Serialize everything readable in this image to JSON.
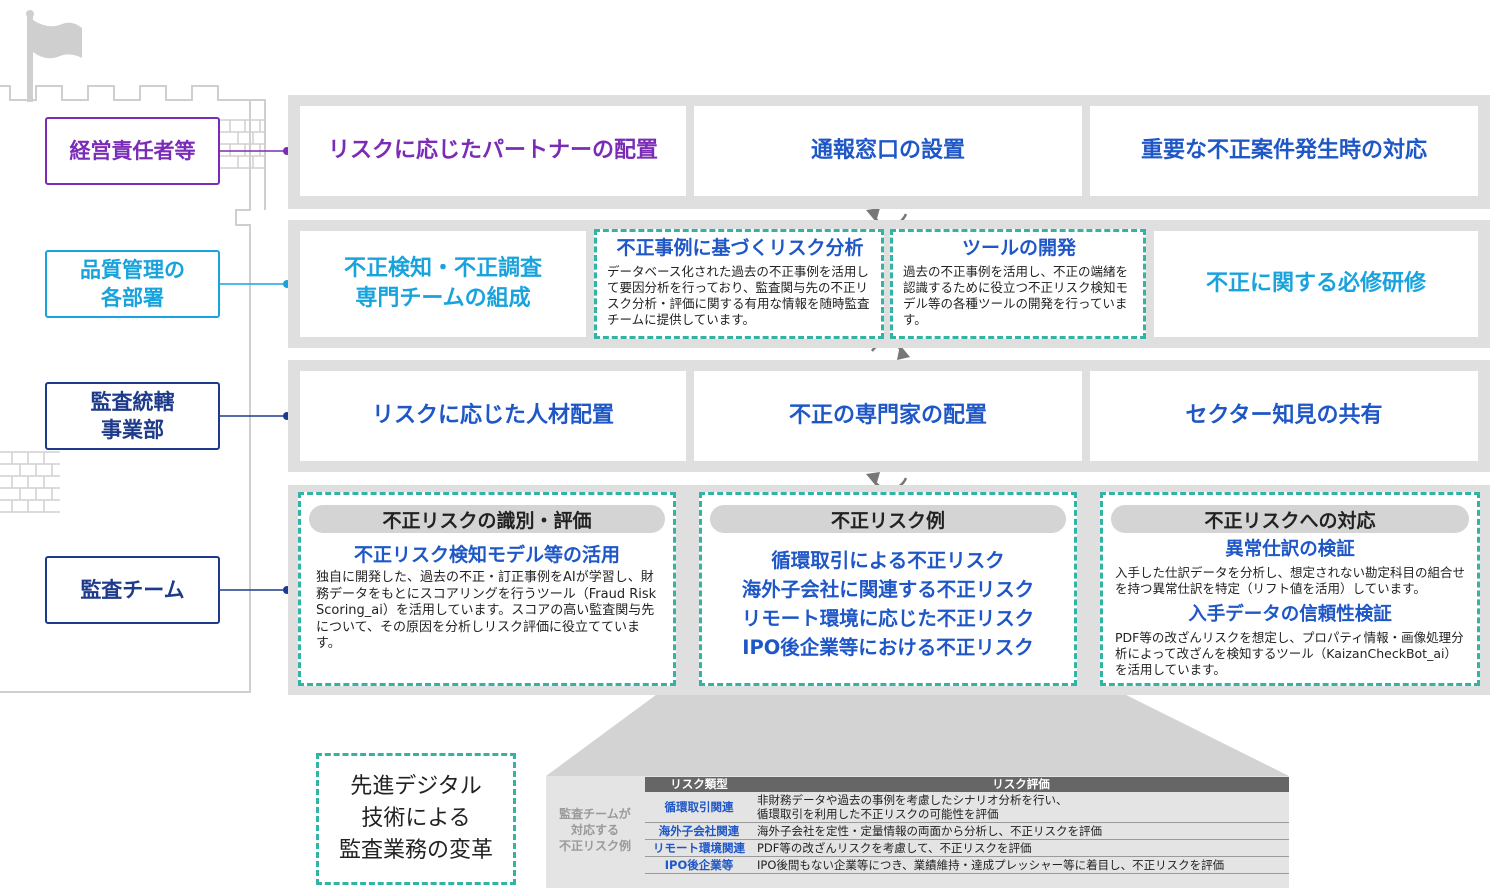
{
  "colors": {
    "purple": "#7b2cb7",
    "blue": "#1f57c7",
    "cyan": "#19a3dd",
    "navy": "#1e3a8a",
    "teal": "#33b3a3",
    "band": "#dfdfdf"
  },
  "roles": [
    {
      "lines": [
        "経営責任者等"
      ]
    },
    {
      "lines": [
        "品質管理の",
        "各部署"
      ]
    },
    {
      "lines": [
        "監査統轄",
        "事業部"
      ]
    },
    {
      "lines": [
        "監査チーム"
      ]
    }
  ],
  "row1": [
    "リスクに応じたパートナーの配置",
    "通報窓口の設置",
    "重要な不正案件発生時の対応"
  ],
  "row2": {
    "cell1_lines": [
      "不正検知・不正調査",
      "専門チームの組成"
    ],
    "analysis": {
      "title": "不正事例に基づくリスク分析",
      "body": "データベース化された過去の不正事例を活用して要因分析を行っており、監査関与先の不正リスク分析・評価に関する有用な情報を随時監査チームに提供しています。"
    },
    "tools": {
      "title": "ツールの開発",
      "body": "過去の不正事例を活用し、不正の端緒を認識するために役立つ不正リスク検知モデル等の各種ツールの開発を行っています。"
    },
    "cell4": "不正に関する必修研修"
  },
  "row3": [
    "リスクに応じた人材配置",
    "不正の専門家の配置",
    "セクター知見の共有"
  ],
  "row4": {
    "identify": {
      "pill": "不正リスクの識別・評価",
      "title": "不正リスク検知モデル等の活用",
      "body": "独自に開発した、過去の不正・訂正事例をAIが学習し、財務データをもとにスコアリングを行うツール（Fraud Risk Scoring_ai）を活用しています。スコアの高い監査関与先について、その原因を分析しリスク評価に役立てています。"
    },
    "examples": {
      "pill": "不正リスク例",
      "lines": [
        "循環取引による不正リスク",
        "海外子会社に関連する不正リスク",
        "リモート環境に応じた不正リスク",
        "IPO後企業等における不正リスク"
      ]
    },
    "response": {
      "pill": "不正リスクへの対応",
      "title1": "異常仕訳の検証",
      "body1": "入手した仕訳データを分析し、想定されない勘定科目の組合せを持つ異常仕訳を特定（リフト値を活用）しています。",
      "title2": "入手データの信頼性検証",
      "body2": "PDF等の改ざんリスクを想定し、プロパティ情報・画像処理分析によって改ざんを検知するツール（KaizanCheckBot_ai）を活用しています。"
    }
  },
  "digital_lines": [
    "先進デジタル",
    "技術による",
    "監査業務の変革"
  ],
  "table": {
    "lead_lines": [
      "監査チームが",
      "対応する",
      "不正リスク例"
    ],
    "headers": [
      "リスク類型",
      "リスク評価"
    ],
    "rows": [
      {
        "cat": "循環取引関連",
        "desc_lines": [
          "非財務データや過去の事例を考慮したシナリオ分析を行い、",
          "循環取引を利用した不正リスクの可能性を評価"
        ]
      },
      {
        "cat": "海外子会社関連",
        "desc_lines": [
          "海外子会社を定性・定量情報の両面から分析し、不正リスクを評価"
        ]
      },
      {
        "cat": "リモート環境関連",
        "desc_lines": [
          "PDF等の改ざんリスクを考慮して、不正リスクを評価"
        ]
      },
      {
        "cat": "IPO後企業等",
        "desc_lines": [
          "IPO後間もない企業等につき、業績維持・達成プレッシャー等に着目し、不正リスクを評価"
        ]
      }
    ]
  }
}
